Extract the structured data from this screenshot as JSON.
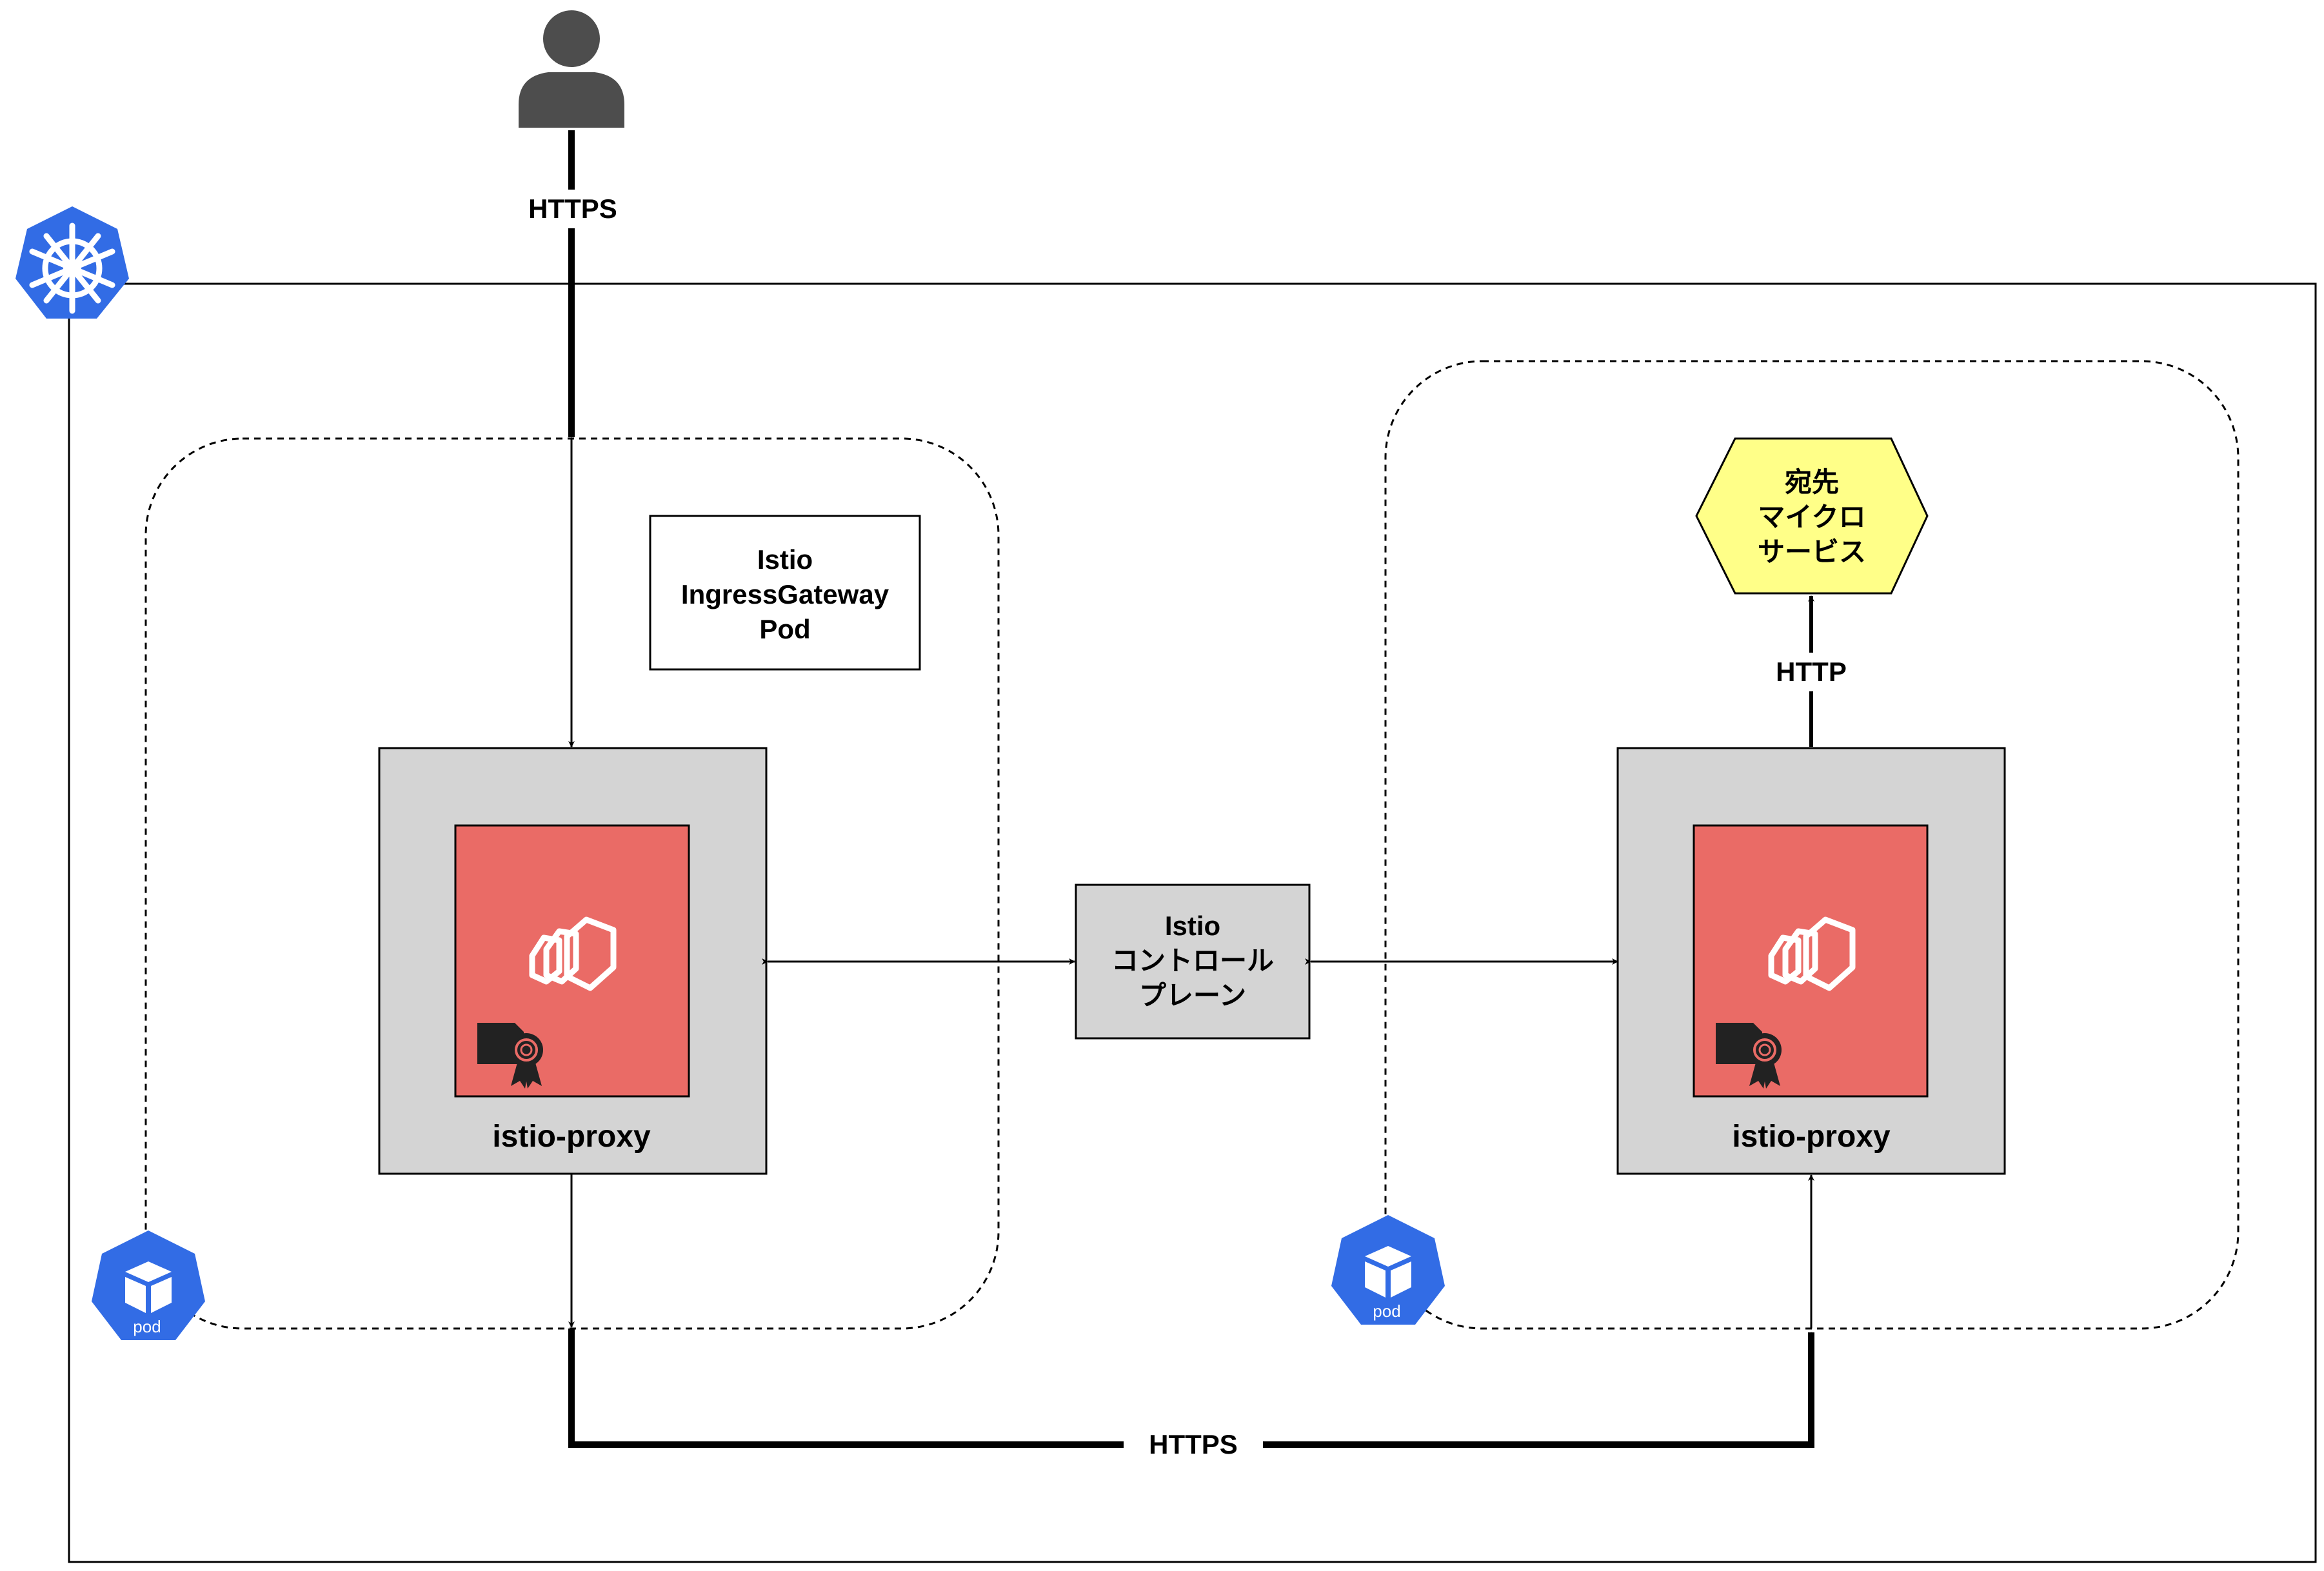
{
  "user": {
    "icon": "user-icon",
    "link_label": "HTTPS"
  },
  "cluster": {
    "icon": "kubernetes-icon"
  },
  "ingress_pod": {
    "title_lines": [
      "Istio",
      "IngressGateway",
      "Pod"
    ],
    "proxy_label": "istio-proxy",
    "badge_label": "pod",
    "icons": [
      "envoy-icon",
      "certificate-icon",
      "pod-icon"
    ]
  },
  "control_plane": {
    "lines": [
      "Istio",
      "コントロール",
      "プレーン"
    ]
  },
  "dest_pod": {
    "service_lines": [
      "宛先",
      "マイクロ",
      "サービス"
    ],
    "service_link_label": "HTTP",
    "proxy_label": "istio-proxy",
    "badge_label": "pod",
    "icons": [
      "envoy-icon",
      "certificate-icon",
      "pod-icon"
    ]
  },
  "mesh_link": {
    "label": "HTTPS"
  },
  "colors": {
    "proxy_fill": "#EA6B66",
    "container_fill": "#D4D4D4",
    "service_fill": "#FFFF88",
    "kubernetes_blue": "#326CE5",
    "user_gray": "#4D4D4D"
  }
}
